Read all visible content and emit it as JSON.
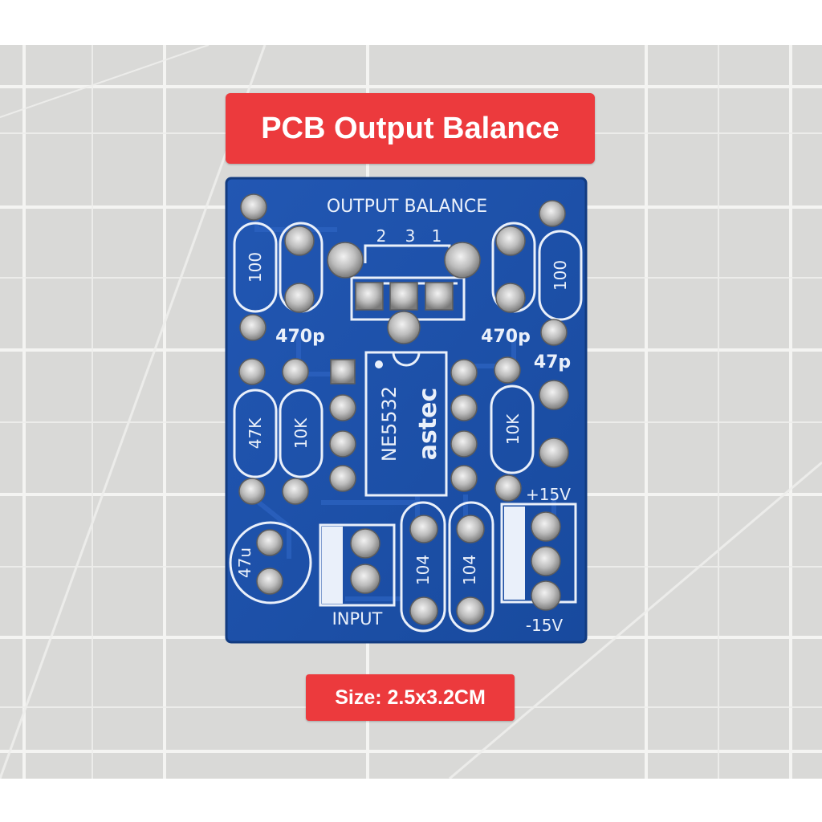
{
  "banner": {
    "title": "PCB Output Balance",
    "size": "Size: 2.5x3.2CM"
  },
  "pcb": {
    "header_label": "OUTPUT BALANCE",
    "pin_order": [
      "2",
      "3",
      "1"
    ],
    "ic_part": "NE5532",
    "brand": "astec",
    "components": {
      "r_100_left": "100",
      "r_100_right": "100",
      "c_470p_left": "470p",
      "c_470p_right": "470p",
      "c_47p": "47p",
      "r_47k": "47K",
      "r_10k_left": "10K",
      "r_10k_right": "10K",
      "c_47u": "47u",
      "c_104_left": "104",
      "c_104_right": "104"
    },
    "input_label": "INPUT",
    "plus_rail": "+15V",
    "minus_rail": "-15V"
  },
  "colors": {
    "banner_red": "#ec3a3d",
    "pcb_blue": "#1b4fa6",
    "silkscreen": "#eaf0fa",
    "cutting_mat": "#d9d9d7"
  }
}
